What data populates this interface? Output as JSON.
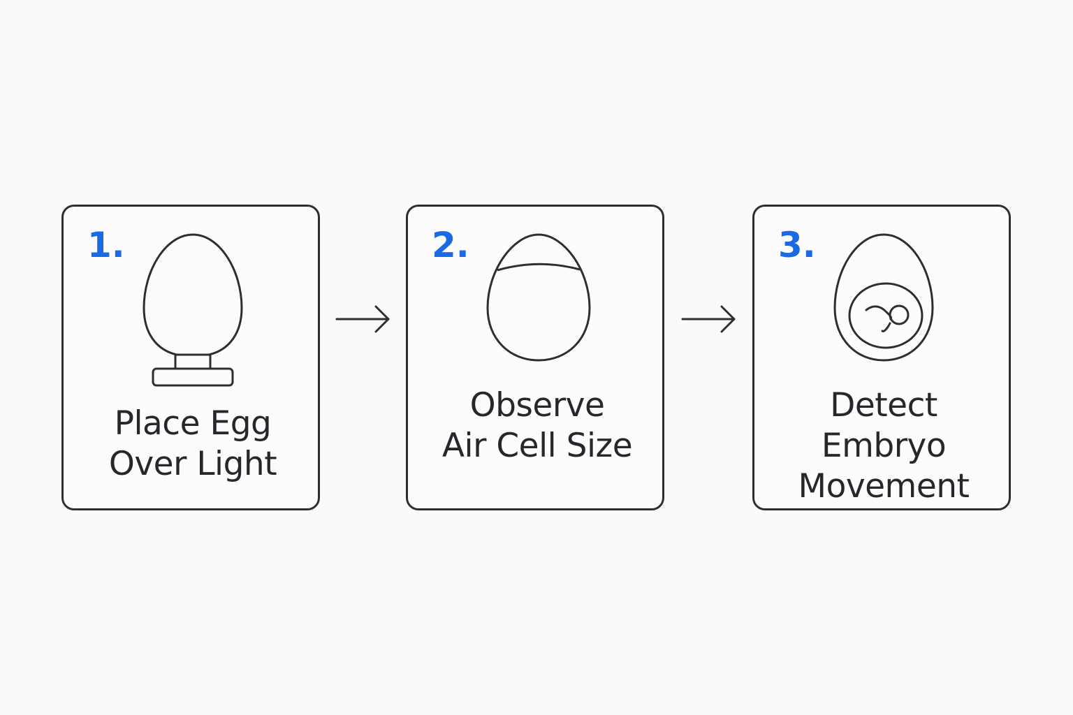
{
  "steps": [
    {
      "number": "1.",
      "icon": "egg-on-light-stand-icon",
      "label_lines": [
        "Place Egg",
        "Over Light"
      ]
    },
    {
      "number": "2.",
      "icon": "egg-air-cell-icon",
      "label_lines": [
        "Observe",
        "Air Cell Size"
      ]
    },
    {
      "number": "3.",
      "icon": "egg-embryo-icon",
      "label_lines": [
        "Detect",
        "Embryo",
        "Movement"
      ]
    }
  ],
  "arrows": [
    "right-arrow-icon",
    "right-arrow-icon"
  ],
  "colors": {
    "step_number": "#1a6ae6",
    "stroke": "#2b2e33",
    "text": "#24272c",
    "background": "#fafafa"
  }
}
